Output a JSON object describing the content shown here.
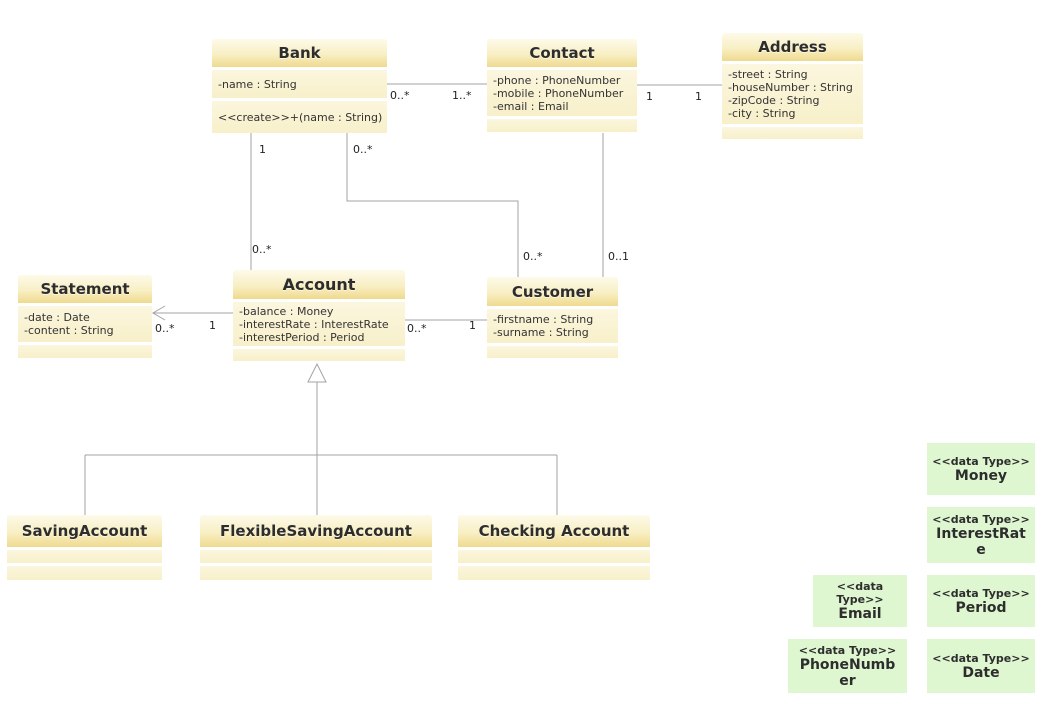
{
  "colors": {
    "class_header_top": "#FDFAE9",
    "class_header_bottom": "#EFDA8E",
    "class_body": "#FAF3D5",
    "datatype_fill": "#DFF7D1",
    "connector_line": "#A3A3A3",
    "text": "#2F2F2F"
  },
  "classes": {
    "bank": {
      "title": "Bank",
      "attributes": [
        "-name : String"
      ],
      "operations": [
        "<<create>>+(name : String)"
      ]
    },
    "contact": {
      "title": "Contact",
      "attributes": [
        "-phone : PhoneNumber",
        "-mobile : PhoneNumber",
        "-email : Email"
      ]
    },
    "address": {
      "title": "Address",
      "attributes": [
        "-street : String",
        "-houseNumber : String",
        "-zipCode : String",
        "-city : String"
      ]
    },
    "statement": {
      "title": "Statement",
      "attributes": [
        "-date : Date",
        "-content : String"
      ]
    },
    "account": {
      "title": "Account",
      "attributes": [
        "-balance : Money",
        "-interestRate : InterestRate",
        "-interestPeriod : Period"
      ]
    },
    "customer": {
      "title": "Customer",
      "attributes": [
        "-firstname : String",
        "-surname : String"
      ]
    },
    "saving_account": {
      "title": "SavingAccount"
    },
    "flexible_saving_account": {
      "title": "FlexibleSavingAccount"
    },
    "checking_account": {
      "title": "Checking Account"
    }
  },
  "datatypes": {
    "money": {
      "stereotype_lines": [
        "<<data Type>>"
      ],
      "name_lines": [
        "Money"
      ]
    },
    "interestrate": {
      "stereotype_lines": [
        "<<data Type>>"
      ],
      "name_lines": [
        "InterestRat",
        "e"
      ]
    },
    "email": {
      "stereotype_lines": [
        "<<data",
        "Type>>"
      ],
      "name_lines": [
        "Email"
      ]
    },
    "period": {
      "stereotype_lines": [
        "<<data Type>>"
      ],
      "name_lines": [
        "Period"
      ]
    },
    "phonenumber": {
      "stereotype_lines": [
        "<<data Type>>"
      ],
      "name_lines": [
        "PhoneNumb",
        "er"
      ]
    },
    "date": {
      "stereotype_lines": [
        "<<data Type>>"
      ],
      "name_lines": [
        "Date"
      ]
    }
  },
  "associations": {
    "bank_contact": {
      "bank_end": "0..*",
      "contact_end": "1..*"
    },
    "contact_address": {
      "contact_end": "1",
      "address_end": "1"
    },
    "bank_account": {
      "bank_end": "1",
      "account_end": "0..*"
    },
    "bank_customer": {
      "bank_end": "0..*",
      "customer_end": "0..*"
    },
    "contact_customer": {
      "customer_end": "0..1"
    },
    "account_customer": {
      "account_end": "0..*",
      "customer_end": "1"
    },
    "account_statement": {
      "account_end": "1",
      "statement_end": "0..*"
    }
  }
}
